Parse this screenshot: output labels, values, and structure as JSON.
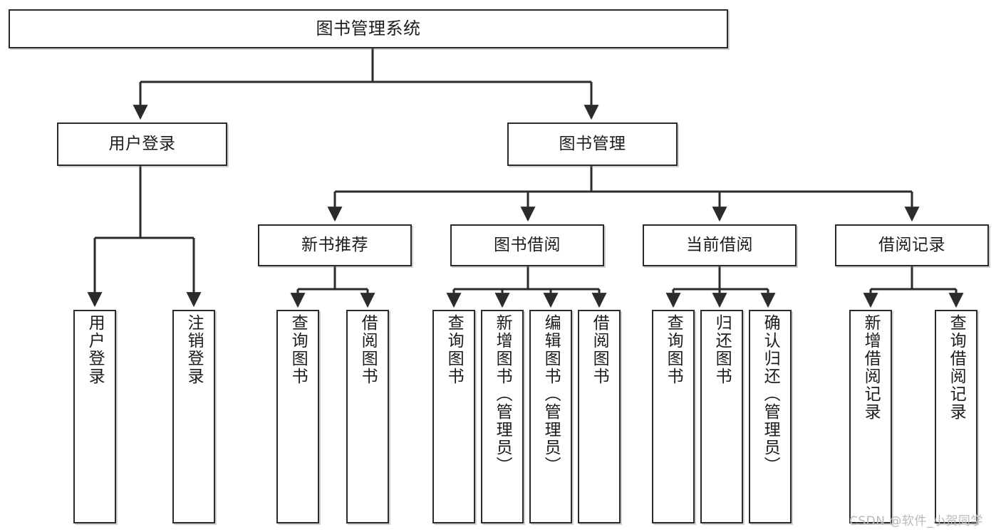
{
  "diagram": {
    "title": "图书管理系统",
    "watermark": "CSDN @软件_小贺同学",
    "colors": {
      "stroke": "#2b2b2b",
      "fill": "#ffffff",
      "text": "#1c1c1c",
      "watermark": "#b9b9b9"
    },
    "root": {
      "label": "图书管理系统"
    },
    "level1": [
      {
        "label": "用户登录"
      },
      {
        "label": "图书管理"
      }
    ],
    "level2": [
      {
        "label": "新书推荐"
      },
      {
        "label": "图书借阅"
      },
      {
        "label": "当前借阅"
      },
      {
        "label": "借阅记录"
      }
    ],
    "leaves": {
      "user_login": [
        {
          "label": "用户登录"
        },
        {
          "label": "注销登录"
        }
      ],
      "new_book_recommend": [
        {
          "label": "查询图书"
        },
        {
          "label": "借阅图书"
        }
      ],
      "book_borrow": [
        {
          "label": "查询图书"
        },
        {
          "label": "新增图书（管理员）"
        },
        {
          "label": "编辑图书（管理员）"
        },
        {
          "label": "借阅图书"
        }
      ],
      "current_borrow": [
        {
          "label": "查询图书"
        },
        {
          "label": "归还图书"
        },
        {
          "label": "确认归还（管理员）"
        }
      ],
      "borrow_record": [
        {
          "label": "新增借阅记录"
        },
        {
          "label": "查询借阅记录"
        }
      ]
    }
  },
  "chart_data": {
    "type": "diagram",
    "title": "图书管理系统",
    "layout": "top-down hierarchy tree",
    "levels": 4,
    "nodes": [
      {
        "id": "root",
        "label": "图书管理系统",
        "level": 0,
        "parent": null
      },
      {
        "id": "user-login",
        "label": "用户登录",
        "level": 1,
        "parent": "root"
      },
      {
        "id": "book-manage",
        "label": "图书管理",
        "level": 1,
        "parent": "root"
      },
      {
        "id": "new-book",
        "label": "新书推荐",
        "level": 2,
        "parent": "book-manage"
      },
      {
        "id": "book-borrow",
        "label": "图书借阅",
        "level": 2,
        "parent": "book-manage"
      },
      {
        "id": "current-borrow",
        "label": "当前借阅",
        "level": 2,
        "parent": "book-manage"
      },
      {
        "id": "borrow-record",
        "label": "借阅记录",
        "level": 2,
        "parent": "book-manage"
      },
      {
        "id": "leaf-user-login",
        "label": "用户登录",
        "level": 2,
        "parent": "user-login"
      },
      {
        "id": "leaf-logout",
        "label": "注销登录",
        "level": 2,
        "parent": "user-login"
      },
      {
        "id": "leaf-query-book-1",
        "label": "查询图书",
        "level": 3,
        "parent": "new-book"
      },
      {
        "id": "leaf-borrow-book-1",
        "label": "借阅图书",
        "level": 3,
        "parent": "new-book"
      },
      {
        "id": "leaf-query-book-2",
        "label": "查询图书",
        "level": 3,
        "parent": "book-borrow"
      },
      {
        "id": "leaf-add-book",
        "label": "新增图书（管理员）",
        "level": 3,
        "parent": "book-borrow"
      },
      {
        "id": "leaf-edit-book",
        "label": "编辑图书（管理员）",
        "level": 3,
        "parent": "book-borrow"
      },
      {
        "id": "leaf-borrow-book-2",
        "label": "借阅图书",
        "level": 3,
        "parent": "book-borrow"
      },
      {
        "id": "leaf-query-book-3",
        "label": "查询图书",
        "level": 3,
        "parent": "current-borrow"
      },
      {
        "id": "leaf-return-book",
        "label": "归还图书",
        "level": 3,
        "parent": "current-borrow"
      },
      {
        "id": "leaf-confirm-return",
        "label": "确认归还（管理员）",
        "level": 3,
        "parent": "current-borrow"
      },
      {
        "id": "leaf-add-record",
        "label": "新增借阅记录",
        "level": 3,
        "parent": "borrow-record"
      },
      {
        "id": "leaf-query-record",
        "label": "查询借阅记录",
        "level": 3,
        "parent": "borrow-record"
      }
    ],
    "edges": [
      [
        "root",
        "user-login"
      ],
      [
        "root",
        "book-manage"
      ],
      [
        "user-login",
        "leaf-user-login"
      ],
      [
        "user-login",
        "leaf-logout"
      ],
      [
        "book-manage",
        "new-book"
      ],
      [
        "book-manage",
        "book-borrow"
      ],
      [
        "book-manage",
        "current-borrow"
      ],
      [
        "book-manage",
        "borrow-record"
      ],
      [
        "new-book",
        "leaf-query-book-1"
      ],
      [
        "new-book",
        "leaf-borrow-book-1"
      ],
      [
        "book-borrow",
        "leaf-query-book-2"
      ],
      [
        "book-borrow",
        "leaf-add-book"
      ],
      [
        "book-borrow",
        "leaf-edit-book"
      ],
      [
        "book-borrow",
        "leaf-borrow-book-2"
      ],
      [
        "current-borrow",
        "leaf-query-book-3"
      ],
      [
        "current-borrow",
        "leaf-return-book"
      ],
      [
        "current-borrow",
        "leaf-confirm-return"
      ],
      [
        "borrow-record",
        "leaf-add-record"
      ],
      [
        "borrow-record",
        "leaf-query-record"
      ]
    ]
  }
}
